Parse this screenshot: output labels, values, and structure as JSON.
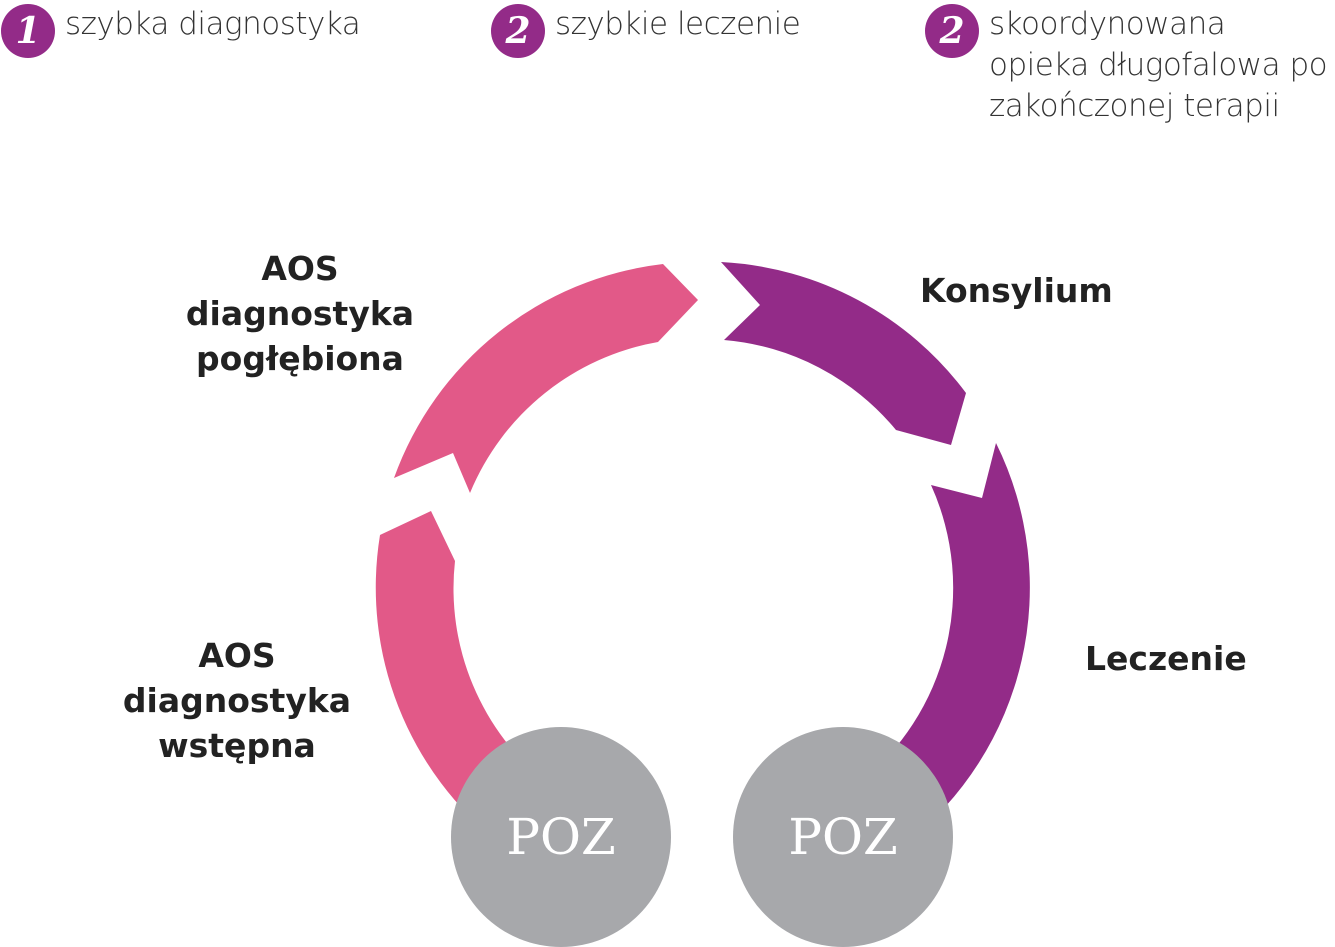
{
  "legend": [
    {
      "number": "1",
      "text": "szybka diagnostyka"
    },
    {
      "number": "2",
      "text": "szybkie leczenie"
    },
    {
      "number": "2",
      "lines": [
        "skoordynowana",
        "opieka długofalowa po",
        "zakończonej terapii"
      ]
    }
  ],
  "labels": {
    "deep_diag": [
      "AOS",
      "diagnostyka",
      "pogłębiona"
    ],
    "initial_diag": [
      "AOS",
      "diagnostyka",
      "wstępna"
    ],
    "konsylium": "Konsylium",
    "leczenie": "Leczenie"
  },
  "nodes": {
    "poz_left": "POZ",
    "poz_right": "POZ"
  },
  "colors": {
    "pink": "#e25988",
    "purple": "#932b88",
    "gray": "#a7a8ab"
  }
}
